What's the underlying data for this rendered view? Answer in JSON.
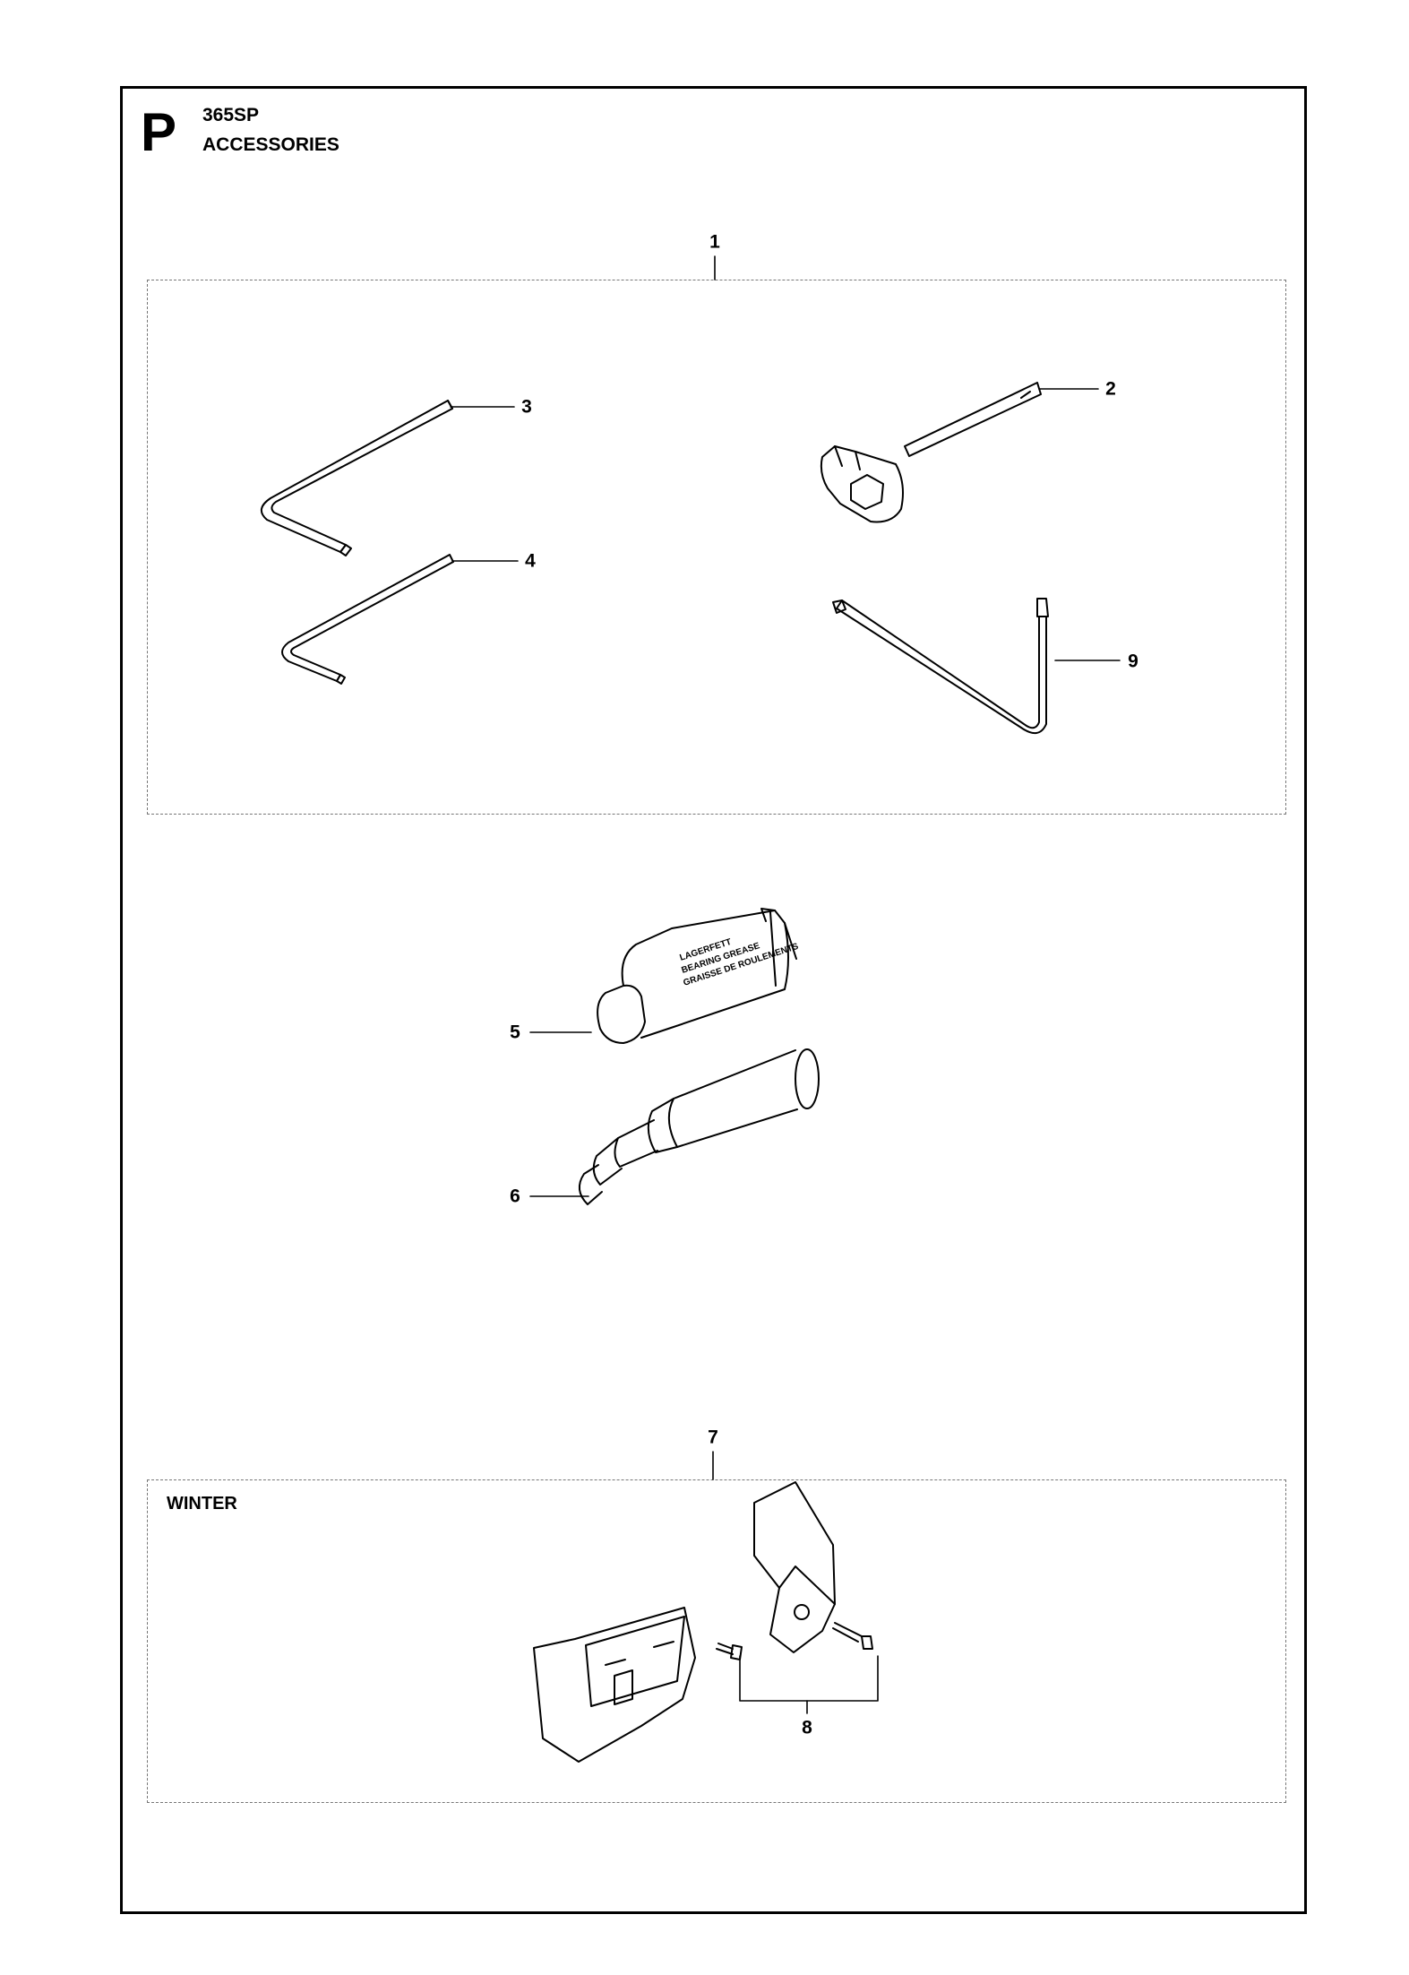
{
  "header": {
    "section_letter": "P",
    "model": "365SP",
    "title": "ACCESSORIES"
  },
  "groups": {
    "winter_label": "WINTER"
  },
  "callouts": {
    "tool_kit": "1",
    "combination_wrench": "2",
    "hex_key_large": "3",
    "hex_key_small": "4",
    "grease_tube": "5",
    "grease_gun": "6",
    "winter_kit": "7",
    "winter_screws": "8",
    "torx_key": "9"
  },
  "grease_tube_print": [
    "LAGERFETT",
    "BEARING GREASE",
    "GRAISSE DE ROULEMENTS"
  ]
}
